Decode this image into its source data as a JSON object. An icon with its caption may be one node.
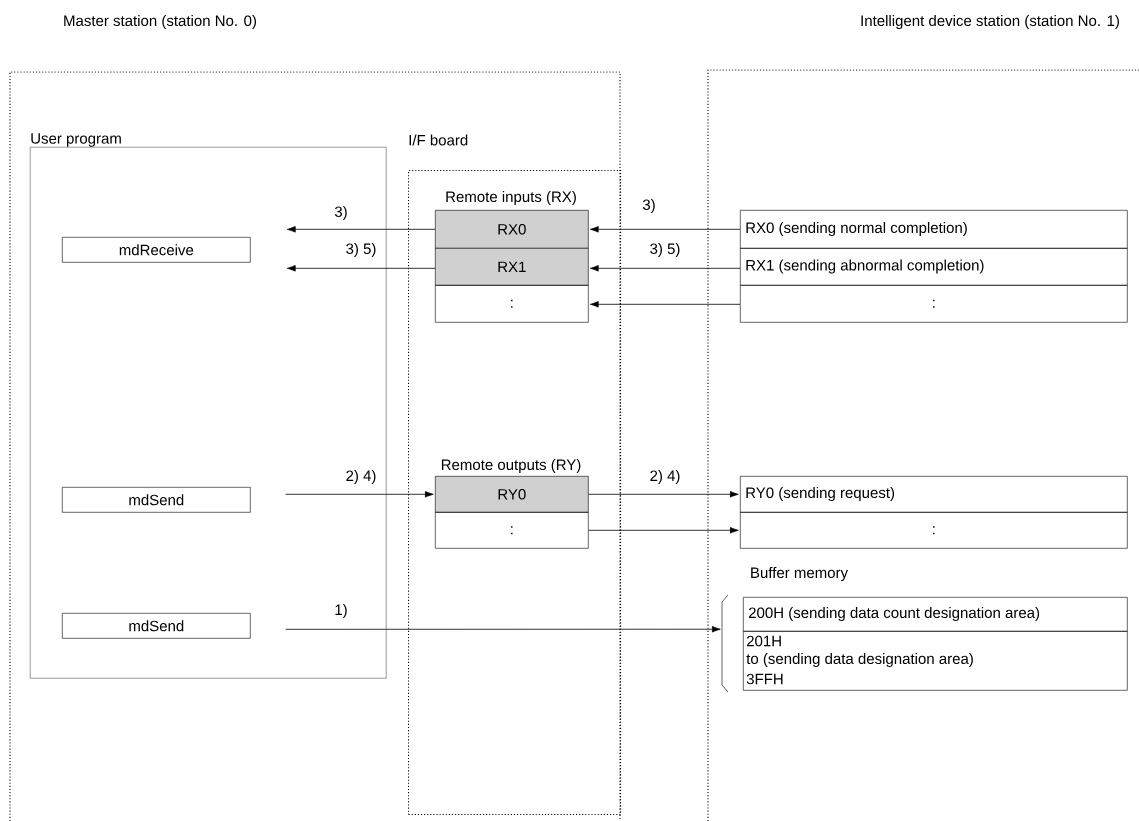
{
  "diagram": {
    "nodes": [
      {
        "text": [
          "Master station (station No. 0)"
        ]
      },
      {
        "text": [
          "Intelligent device station (station No. 1)"
        ]
      },
      {
        "text": [
          "User program"
        ],
        "in": 0
      },
      {
        "text": [
          "I/F board"
        ],
        "in": 0
      },
      {
        "text": [
          "mdReceive"
        ],
        "in": 2
      },
      {
        "text": [
          "mdSend"
        ],
        "in": 2
      },
      {
        "text": [
          "mdSend"
        ],
        "in": 2
      },
      {
        "text": [
          "RX0"
        ],
        "in": 3
      },
      {
        "text": [
          "RX1"
        ],
        "in": 3
      },
      {
        "text": [
          ":"
        ],
        "in": 3
      },
      {
        "text": [
          "RY0"
        ],
        "in": 3
      },
      {
        "text": [
          ":"
        ],
        "in": 3
      },
      {
        "text": [
          "RX0 (sending normal completion)"
        ],
        "in": 1
      },
      {
        "text": [
          "RX1 (sending abnormal completion)"
        ],
        "in": 1
      },
      {
        "text": [
          ":"
        ],
        "in": 1
      },
      {
        "text": [
          "RY0 (sending request)"
        ],
        "in": 1
      },
      {
        "text": [
          ":"
        ],
        "in": 1
      },
      {
        "text": [],
        "shape": "bracket",
        "in": 1
      },
      {
        "text": [
          "200H (sending data count designation area)"
        ],
        "in": 1
      },
      {
        "text": [
          "201H",
          "to  (sending data designation area)",
          "3FFH"
        ],
        "in": 1
      }
    ],
    "edges": [
      {
        "from": 7,
        "to": 4,
        "arrow": "to",
        "label": "3)"
      },
      {
        "from": 8,
        "to": 4,
        "arrow": "to",
        "label": "3)   5)"
      },
      {
        "from": 12,
        "to": 7,
        "arrow": "to",
        "label": "3)"
      },
      {
        "from": 13,
        "to": 8,
        "arrow": "to",
        "label": "3)   5)"
      },
      {
        "from": 14,
        "to": 9,
        "arrow": "to"
      },
      {
        "from": 5,
        "to": 10,
        "arrow": "to",
        "label": "2)   4)"
      },
      {
        "from": 10,
        "to": 15,
        "arrow": "to",
        "label": "2)   4)"
      },
      {
        "from": 11,
        "to": 16,
        "arrow": "to"
      },
      {
        "from": 6,
        "to": 17,
        "arrow": "to",
        "label": "1)"
      }
    ],
    "labels": [
      "Remote inputs (RX)",
      "Remote outputs (RY)",
      "Buffer memory"
    ]
  }
}
